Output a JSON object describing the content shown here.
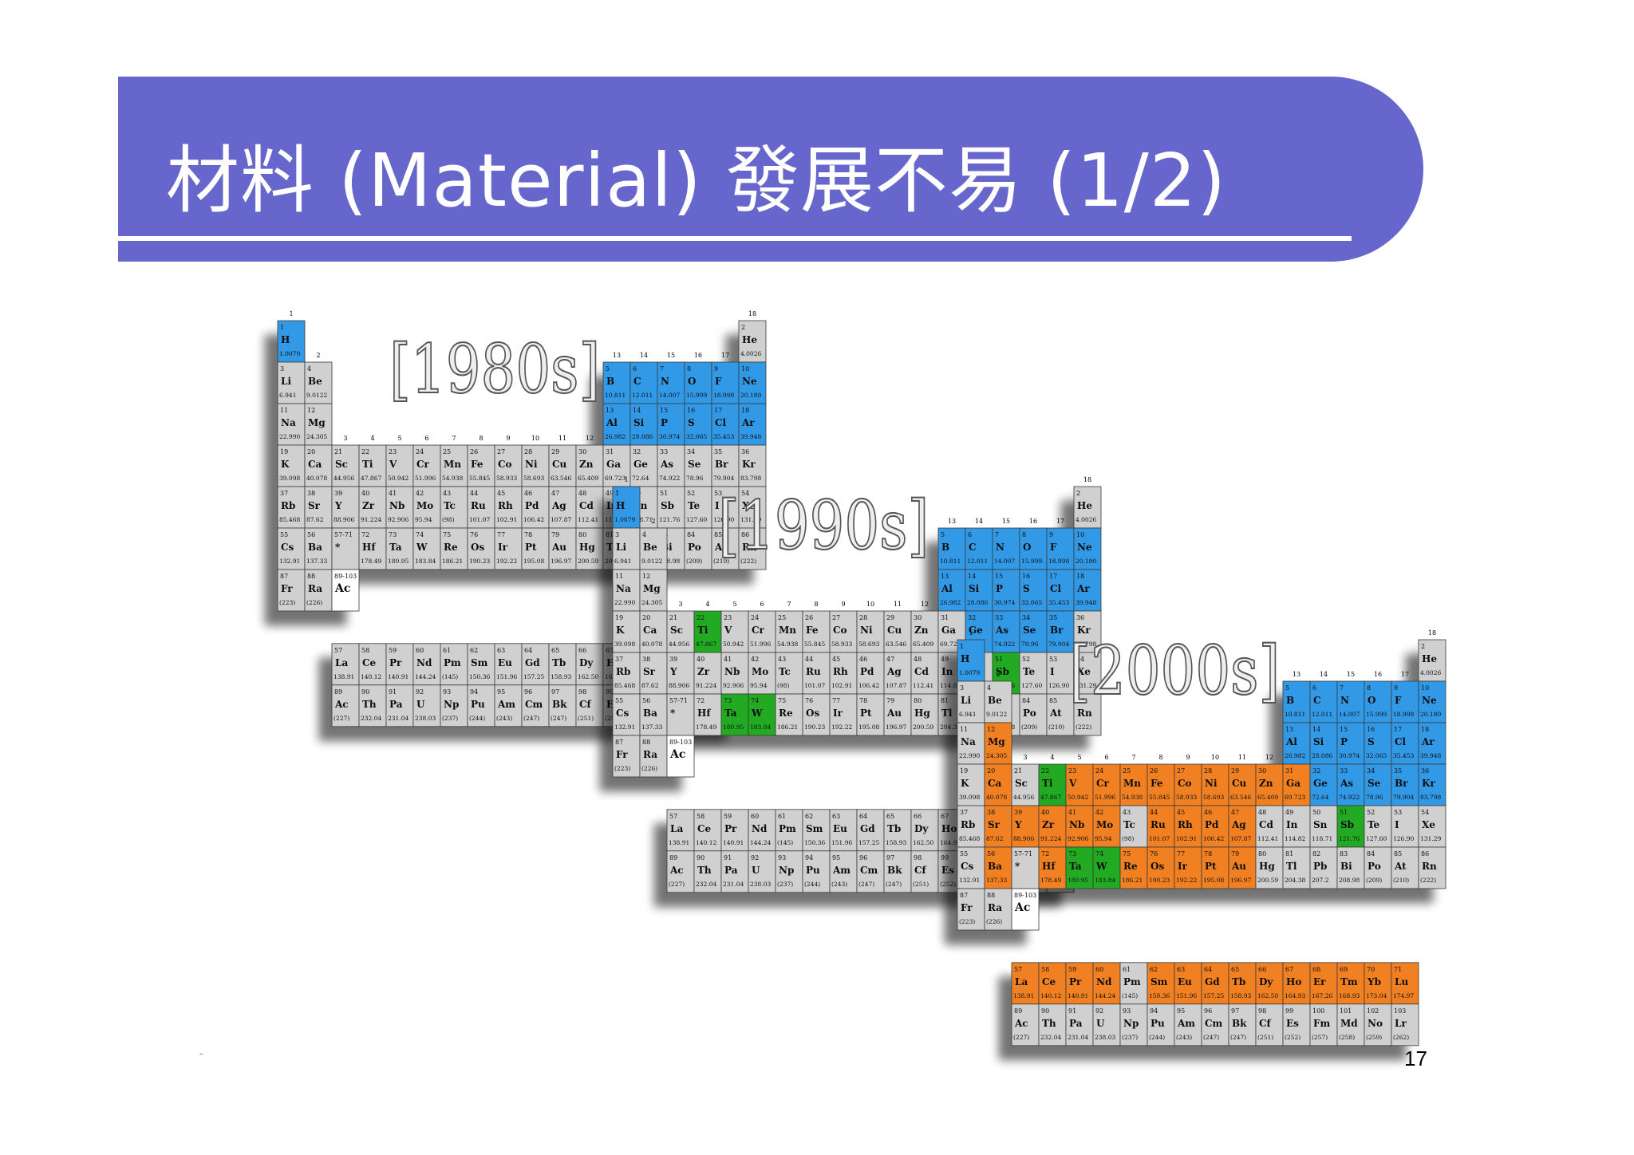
{
  "slide": {
    "title": "材料 (Material) 發展不易 (1/2)",
    "page_number": "17",
    "stray_mark": "-"
  },
  "figure": {
    "decades": [
      "[1980s]",
      "[1990s]",
      "[2000s]"
    ],
    "group_numbers": [
      "1",
      "2",
      "3",
      "4",
      "5",
      "6",
      "7",
      "8",
      "9",
      "10",
      "11",
      "12",
      "13",
      "14",
      "15",
      "16",
      "17",
      "18"
    ],
    "colors": {
      "common": "#d0d0d0",
      "blue": "#3399e6",
      "green": "#22aa22",
      "orange": "#f08020"
    },
    "elements": [
      {
        "sym": "H",
        "z": 1,
        "m": "1.0079",
        "p": 1,
        "g": 1
      },
      {
        "sym": "He",
        "z": 2,
        "m": "4.0026",
        "p": 1,
        "g": 18
      },
      {
        "sym": "Li",
        "z": 3,
        "m": "6.941",
        "p": 2,
        "g": 1
      },
      {
        "sym": "Be",
        "z": 4,
        "m": "9.0122",
        "p": 2,
        "g": 2
      },
      {
        "sym": "B",
        "z": 5,
        "m": "10.811",
        "p": 2,
        "g": 13
      },
      {
        "sym": "C",
        "z": 6,
        "m": "12.011",
        "p": 2,
        "g": 14
      },
      {
        "sym": "N",
        "z": 7,
        "m": "14.007",
        "p": 2,
        "g": 15
      },
      {
        "sym": "O",
        "z": 8,
        "m": "15.999",
        "p": 2,
        "g": 16
      },
      {
        "sym": "F",
        "z": 9,
        "m": "18.998",
        "p": 2,
        "g": 17
      },
      {
        "sym": "Ne",
        "z": 10,
        "m": "20.180",
        "p": 2,
        "g": 18
      },
      {
        "sym": "Na",
        "z": 11,
        "m": "22.990",
        "p": 3,
        "g": 1
      },
      {
        "sym": "Mg",
        "z": 12,
        "m": "24.305",
        "p": 3,
        "g": 2
      },
      {
        "sym": "Al",
        "z": 13,
        "m": "26.982",
        "p": 3,
        "g": 13
      },
      {
        "sym": "Si",
        "z": 14,
        "m": "28.086",
        "p": 3,
        "g": 14
      },
      {
        "sym": "P",
        "z": 15,
        "m": "30.974",
        "p": 3,
        "g": 15
      },
      {
        "sym": "S",
        "z": 16,
        "m": "32.065",
        "p": 3,
        "g": 16
      },
      {
        "sym": "Cl",
        "z": 17,
        "m": "35.453",
        "p": 3,
        "g": 17
      },
      {
        "sym": "Ar",
        "z": 18,
        "m": "39.948",
        "p": 3,
        "g": 18
      },
      {
        "sym": "K",
        "z": 19,
        "m": "39.098",
        "p": 4,
        "g": 1
      },
      {
        "sym": "Ca",
        "z": 20,
        "m": "40.078",
        "p": 4,
        "g": 2
      },
      {
        "sym": "Sc",
        "z": 21,
        "m": "44.956",
        "p": 4,
        "g": 3
      },
      {
        "sym": "Ti",
        "z": 22,
        "m": "47.867",
        "p": 4,
        "g": 4
      },
      {
        "sym": "V",
        "z": 23,
        "m": "50.942",
        "p": 4,
        "g": 5
      },
      {
        "sym": "Cr",
        "z": 24,
        "m": "51.996",
        "p": 4,
        "g": 6
      },
      {
        "sym": "Mn",
        "z": 25,
        "m": "54.938",
        "p": 4,
        "g": 7
      },
      {
        "sym": "Fe",
        "z": 26,
        "m": "55.845",
        "p": 4,
        "g": 8
      },
      {
        "sym": "Co",
        "z": 27,
        "m": "58.933",
        "p": 4,
        "g": 9
      },
      {
        "sym": "Ni",
        "z": 28,
        "m": "58.693",
        "p": 4,
        "g": 10
      },
      {
        "sym": "Cu",
        "z": 29,
        "m": "63.546",
        "p": 4,
        "g": 11
      },
      {
        "sym": "Zn",
        "z": 30,
        "m": "65.409",
        "p": 4,
        "g": 12
      },
      {
        "sym": "Ga",
        "z": 31,
        "m": "69.723",
        "p": 4,
        "g": 13
      },
      {
        "sym": "Ge",
        "z": 32,
        "m": "72.64",
        "p": 4,
        "g": 14
      },
      {
        "sym": "As",
        "z": 33,
        "m": "74.922",
        "p": 4,
        "g": 15
      },
      {
        "sym": "Se",
        "z": 34,
        "m": "78.96",
        "p": 4,
        "g": 16
      },
      {
        "sym": "Br",
        "z": 35,
        "m": "79.904",
        "p": 4,
        "g": 17
      },
      {
        "sym": "Kr",
        "z": 36,
        "m": "83.798",
        "p": 4,
        "g": 18
      },
      {
        "sym": "Rb",
        "z": 37,
        "m": "85.468",
        "p": 5,
        "g": 1
      },
      {
        "sym": "Sr",
        "z": 38,
        "m": "87.62",
        "p": 5,
        "g": 2
      },
      {
        "sym": "Y",
        "z": 39,
        "m": "88.906",
        "p": 5,
        "g": 3
      },
      {
        "sym": "Zr",
        "z": 40,
        "m": "91.224",
        "p": 5,
        "g": 4
      },
      {
        "sym": "Nb",
        "z": 41,
        "m": "92.906",
        "p": 5,
        "g": 5
      },
      {
        "sym": "Mo",
        "z": 42,
        "m": "95.94",
        "p": 5,
        "g": 6
      },
      {
        "sym": "Tc",
        "z": 43,
        "m": "(98)",
        "p": 5,
        "g": 7
      },
      {
        "sym": "Ru",
        "z": 44,
        "m": "101.07",
        "p": 5,
        "g": 8
      },
      {
        "sym": "Rh",
        "z": 45,
        "m": "102.91",
        "p": 5,
        "g": 9
      },
      {
        "sym": "Pd",
        "z": 46,
        "m": "106.42",
        "p": 5,
        "g": 10
      },
      {
        "sym": "Ag",
        "z": 47,
        "m": "107.87",
        "p": 5,
        "g": 11
      },
      {
        "sym": "Cd",
        "z": 48,
        "m": "112.41",
        "p": 5,
        "g": 12
      },
      {
        "sym": "In",
        "z": 49,
        "m": "114.82",
        "p": 5,
        "g": 13
      },
      {
        "sym": "Sn",
        "z": 50,
        "m": "118.71",
        "p": 5,
        "g": 14
      },
      {
        "sym": "Sb",
        "z": 51,
        "m": "121.76",
        "p": 5,
        "g": 15
      },
      {
        "sym": "Te",
        "z": 52,
        "m": "127.60",
        "p": 5,
        "g": 16
      },
      {
        "sym": "I",
        "z": 53,
        "m": "126.90",
        "p": 5,
        "g": 17
      },
      {
        "sym": "Xe",
        "z": 54,
        "m": "131.29",
        "p": 5,
        "g": 18
      },
      {
        "sym": "Cs",
        "z": 55,
        "m": "132.91",
        "p": 6,
        "g": 1
      },
      {
        "sym": "Ba",
        "z": 56,
        "m": "137.33",
        "p": 6,
        "g": 2
      },
      {
        "sym": "*",
        "z": "57-71",
        "m": "",
        "p": 6,
        "g": 3
      },
      {
        "sym": "Hf",
        "z": 72,
        "m": "178.49",
        "p": 6,
        "g": 4
      },
      {
        "sym": "Ta",
        "z": 73,
        "m": "180.95",
        "p": 6,
        "g": 5
      },
      {
        "sym": "W",
        "z": 74,
        "m": "183.84",
        "p": 6,
        "g": 6
      },
      {
        "sym": "Re",
        "z": 75,
        "m": "186.21",
        "p": 6,
        "g": 7
      },
      {
        "sym": "Os",
        "z": 76,
        "m": "190.23",
        "p": 6,
        "g": 8
      },
      {
        "sym": "Ir",
        "z": 77,
        "m": "192.22",
        "p": 6,
        "g": 9
      },
      {
        "sym": "Pt",
        "z": 78,
        "m": "195.08",
        "p": 6,
        "g": 10
      },
      {
        "sym": "Au",
        "z": 79,
        "m": "196.97",
        "p": 6,
        "g": 11
      },
      {
        "sym": "Hg",
        "z": 80,
        "m": "200.59",
        "p": 6,
        "g": 12
      },
      {
        "sym": "Tl",
        "z": 81,
        "m": "204.38",
        "p": 6,
        "g": 13
      },
      {
        "sym": "Pb",
        "z": 82,
        "m": "207.2",
        "p": 6,
        "g": 14
      },
      {
        "sym": "Bi",
        "z": 83,
        "m": "208.98",
        "p": 6,
        "g": 15
      },
      {
        "sym": "Po",
        "z": 84,
        "m": "(209)",
        "p": 6,
        "g": 16
      },
      {
        "sym": "At",
        "z": 85,
        "m": "(210)",
        "p": 6,
        "g": 17
      },
      {
        "sym": "Rn",
        "z": 86,
        "m": "(222)",
        "p": 6,
        "g": 18
      },
      {
        "sym": "Fr",
        "z": 87,
        "m": "(223)",
        "p": 7,
        "g": 1
      },
      {
        "sym": "Ra",
        "z": 88,
        "m": "(226)",
        "p": 7,
        "g": 2
      },
      {
        "sym": "Ac",
        "z": "89-103",
        "m": "",
        "p": 7,
        "g": 3
      },
      {
        "sym": "La",
        "z": 57,
        "m": "138.91",
        "p": 9,
        "g": 3
      },
      {
        "sym": "Ce",
        "z": 58,
        "m": "140.12",
        "p": 9,
        "g": 4
      },
      {
        "sym": "Pr",
        "z": 59,
        "m": "140.91",
        "p": 9,
        "g": 5
      },
      {
        "sym": "Nd",
        "z": 60,
        "m": "144.24",
        "p": 9,
        "g": 6
      },
      {
        "sym": "Pm",
        "z": 61,
        "m": "(145)",
        "p": 9,
        "g": 7
      },
      {
        "sym": "Sm",
        "z": 62,
        "m": "150.36",
        "p": 9,
        "g": 8
      },
      {
        "sym": "Eu",
        "z": 63,
        "m": "151.96",
        "p": 9,
        "g": 9
      },
      {
        "sym": "Gd",
        "z": 64,
        "m": "157.25",
        "p": 9,
        "g": 10
      },
      {
        "sym": "Tb",
        "z": 65,
        "m": "158.93",
        "p": 9,
        "g": 11
      },
      {
        "sym": "Dy",
        "z": 66,
        "m": "162.50",
        "p": 9,
        "g": 12
      },
      {
        "sym": "Ho",
        "z": 67,
        "m": "164.93",
        "p": 9,
        "g": 13
      },
      {
        "sym": "Er",
        "z": 68,
        "m": "167.26",
        "p": 9,
        "g": 14
      },
      {
        "sym": "Tm",
        "z": 69,
        "m": "168.93",
        "p": 9,
        "g": 15
      },
      {
        "sym": "Yb",
        "z": 70,
        "m": "173.04",
        "p": 9,
        "g": 16
      },
      {
        "sym": "Lu",
        "z": 71,
        "m": "174.97",
        "p": 9,
        "g": 17
      },
      {
        "sym": "Ac",
        "z": 89,
        "m": "(227)",
        "p": 10,
        "g": 3
      },
      {
        "sym": "Th",
        "z": 90,
        "m": "232.04",
        "p": 10,
        "g": 4
      },
      {
        "sym": "Pa",
        "z": 91,
        "m": "231.04",
        "p": 10,
        "g": 5
      },
      {
        "sym": "U",
        "z": 92,
        "m": "238.03",
        "p": 10,
        "g": 6
      },
      {
        "sym": "Np",
        "z": 93,
        "m": "(237)",
        "p": 10,
        "g": 7
      },
      {
        "sym": "Pu",
        "z": 94,
        "m": "(244)",
        "p": 10,
        "g": 8
      },
      {
        "sym": "Am",
        "z": 95,
        "m": "(243)",
        "p": 10,
        "g": 9
      },
      {
        "sym": "Cm",
        "z": 96,
        "m": "(247)",
        "p": 10,
        "g": 10
      },
      {
        "sym": "Bk",
        "z": 97,
        "m": "(247)",
        "p": 10,
        "g": 11
      },
      {
        "sym": "Cf",
        "z": 98,
        "m": "(251)",
        "p": 10,
        "g": 12
      },
      {
        "sym": "Es",
        "z": 99,
        "m": "(252)",
        "p": 10,
        "g": 13
      },
      {
        "sym": "Fm",
        "z": 100,
        "m": "(257)",
        "p": 10,
        "g": 14
      },
      {
        "sym": "Md",
        "z": 101,
        "m": "(258)",
        "p": 10,
        "g": 15
      },
      {
        "sym": "No",
        "z": 102,
        "m": "(259)",
        "p": 10,
        "g": 16
      },
      {
        "sym": "Lr",
        "z": 103,
        "m": "(262)",
        "p": 10,
        "g": 17
      }
    ],
    "tables": [
      {
        "decade": "[1980s]",
        "blue": [
          "H",
          "B",
          "C",
          "N",
          "O",
          "F",
          "Ne",
          "Al",
          "Si",
          "P",
          "S",
          "Cl",
          "Ar"
        ],
        "green": [],
        "orange": []
      },
      {
        "decade": "[1990s]",
        "blue": [
          "H",
          "B",
          "C",
          "N",
          "O",
          "F",
          "Ne",
          "Al",
          "Si",
          "P",
          "S",
          "Cl",
          "Ar",
          "Ge",
          "As",
          "Se",
          "Br"
        ],
        "green": [
          "Ti",
          "Ta",
          "W",
          "Sb"
        ],
        "orange": []
      },
      {
        "decade": "[2000s]",
        "blue": [
          "H",
          "B",
          "C",
          "N",
          "O",
          "F",
          "Ne",
          "Al",
          "Si",
          "P",
          "S",
          "Cl",
          "Ar",
          "Ge",
          "As",
          "Se",
          "Br",
          "Kr"
        ],
        "green": [
          "Ti",
          "Ta",
          "W",
          "Sb"
        ],
        "orange": [
          "Ca",
          "Sr",
          "Ba",
          "V",
          "Cr",
          "Mn",
          "Fe",
          "Co",
          "Ni",
          "Cu",
          "Zn",
          "Ga",
          "Y",
          "Zr",
          "Nb",
          "Mo",
          "Ru",
          "Rh",
          "Pd",
          "Ag",
          "Hf",
          "Re",
          "Os",
          "Ir",
          "Pt",
          "Au",
          "La",
          "Ce",
          "Pr",
          "Nd",
          "Sm",
          "Eu",
          "Gd",
          "Tb",
          "Dy",
          "Ho",
          "Er",
          "Tm",
          "Yb",
          "Lu",
          "Mg"
        ]
      }
    ]
  }
}
